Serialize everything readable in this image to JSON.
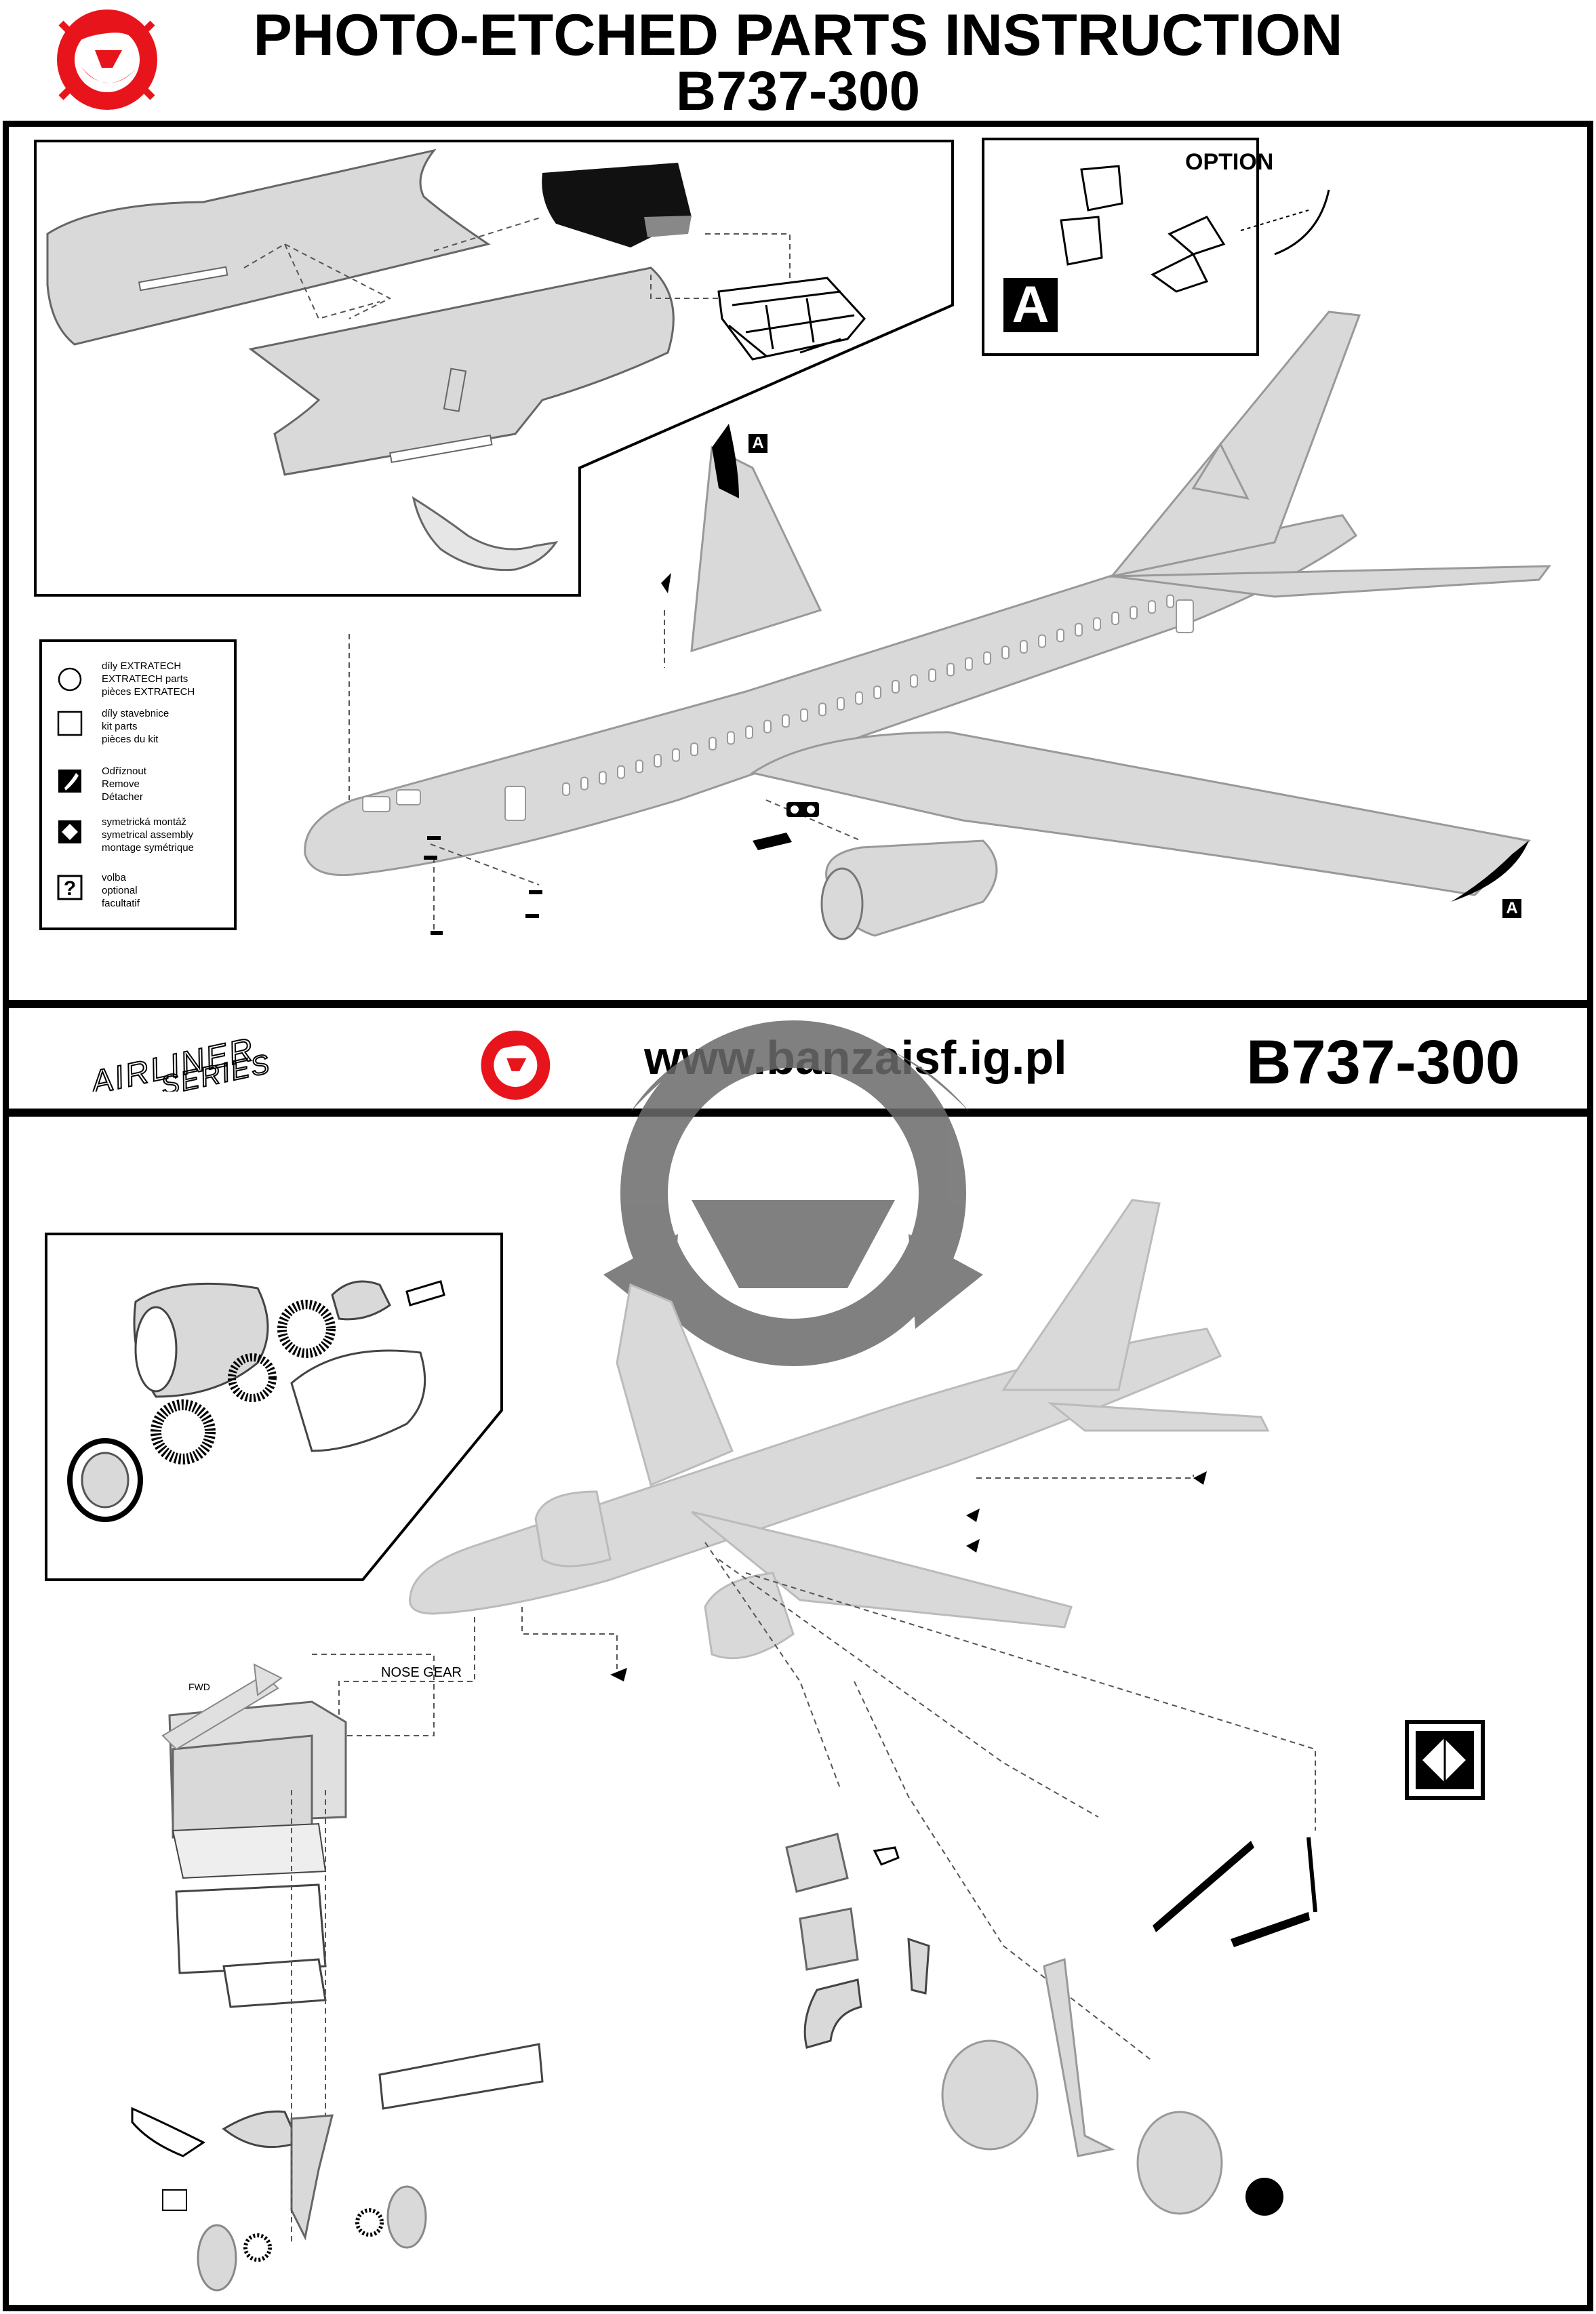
{
  "header": {
    "title": "PHOTO-ETCHED PARTS INSTRUCTION",
    "subtitle": "B737-300"
  },
  "banner": {
    "series": "AIRLINER SERIES",
    "website": "www.banzaisf.ig.pl",
    "model": "B737-300"
  },
  "option_box": {
    "label": "OPTION",
    "marker": "A"
  },
  "markers": {
    "a": "A"
  },
  "legend": {
    "items": [
      {
        "icon": "circle-icon",
        "text": "díly EXTRATECH\nEXTRATECH parts\npièces EXTRATECH"
      },
      {
        "icon": "square-icon",
        "text": "díly stavebnice\nkit parts\npièces du kit"
      },
      {
        "icon": "cut-icon",
        "text": "Odříznout\nRemove\nDétacher"
      },
      {
        "icon": "symmetry-icon",
        "text": "symetrická montáž\nsymetrical assembly\nmontage symétrique"
      },
      {
        "icon": "question-icon",
        "text": "volba\noptional\nfacultatif"
      }
    ]
  },
  "labels": {
    "fwd": "FWD",
    "nose_gear": "NOSE GEAR"
  },
  "colors": {
    "brand_red": "#e8141c",
    "aircraft_grey": "#d9d9d9",
    "line": "#000000"
  }
}
